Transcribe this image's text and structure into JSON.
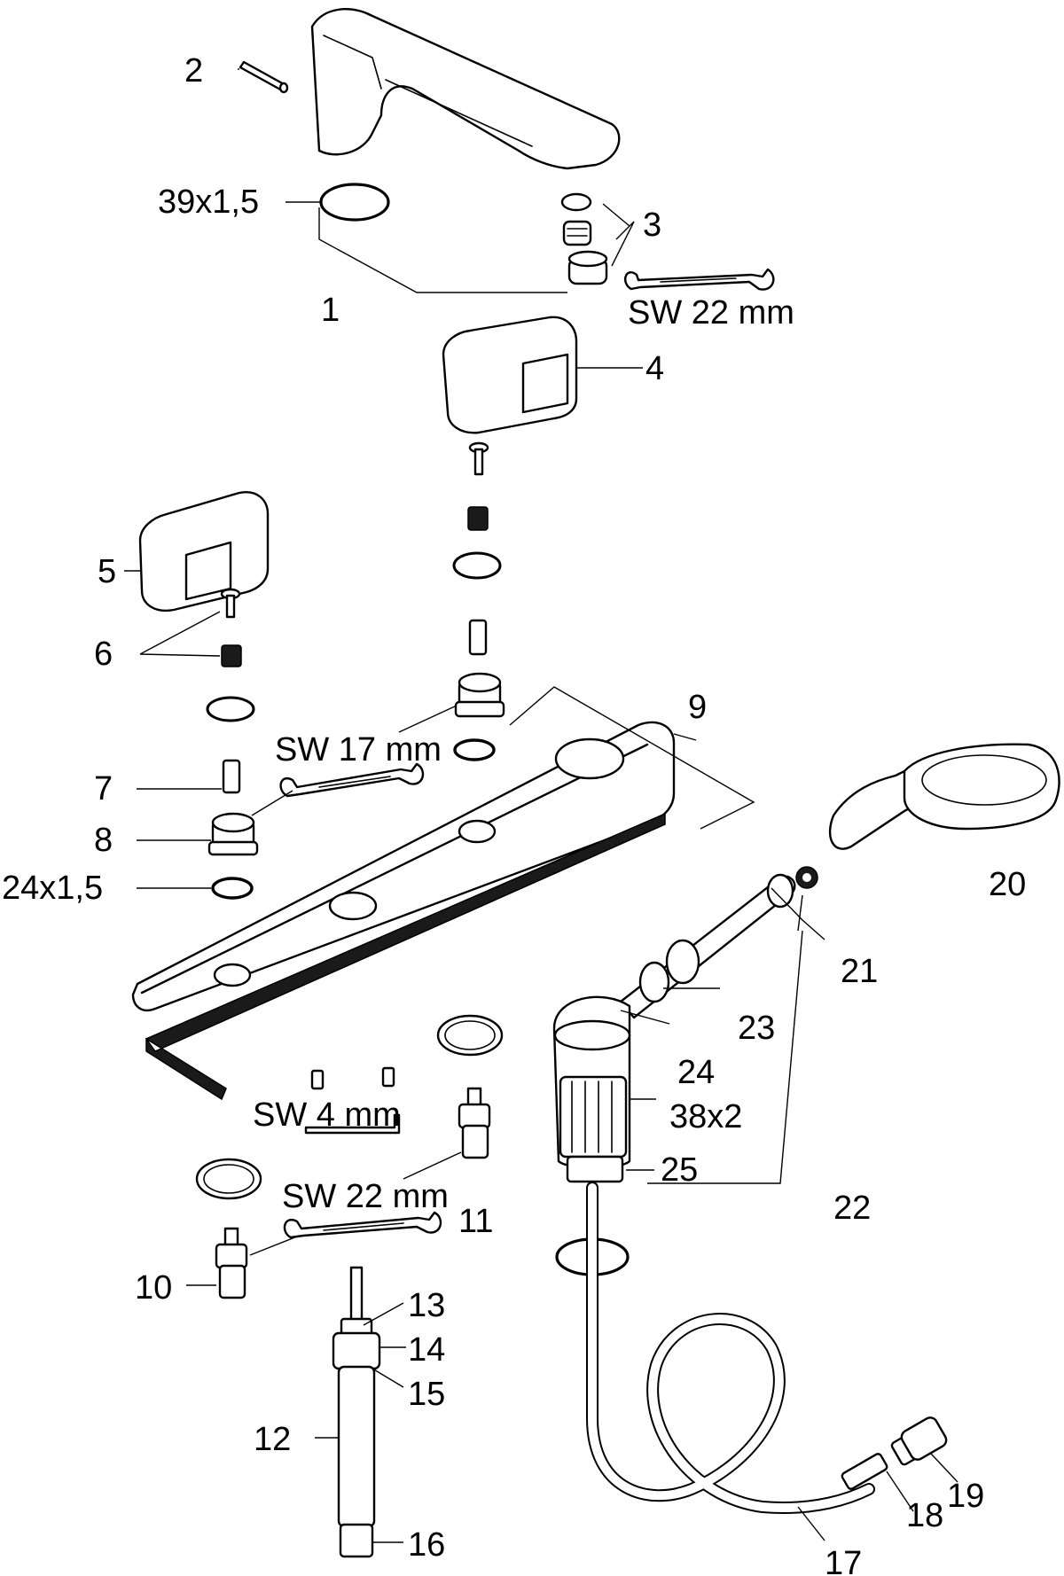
{
  "callouts": {
    "c1": "1",
    "c2": "2",
    "c3": "3",
    "c4": "4",
    "c5": "5",
    "c6": "6",
    "c7": "7",
    "c8": "8",
    "c9": "9",
    "c10": "10",
    "c11": "11",
    "c12": "12",
    "c13": "13",
    "c14": "14",
    "c15": "15",
    "c16": "16",
    "c17": "17",
    "c18": "18",
    "c19": "19",
    "c20": "20",
    "c21": "21",
    "c22": "22",
    "c23": "23",
    "c24": "24",
    "c25": "25"
  },
  "specs": {
    "oring_39": "39x1,5",
    "oring_24": "24x1,5",
    "oring_38": "38x2",
    "wrench_sw22_top": "SW 22 mm",
    "wrench_sw17": "SW 17 mm",
    "hex_key_sw4": "SW 4 mm",
    "wrench_sw22_bottom": "SW 22 mm"
  }
}
